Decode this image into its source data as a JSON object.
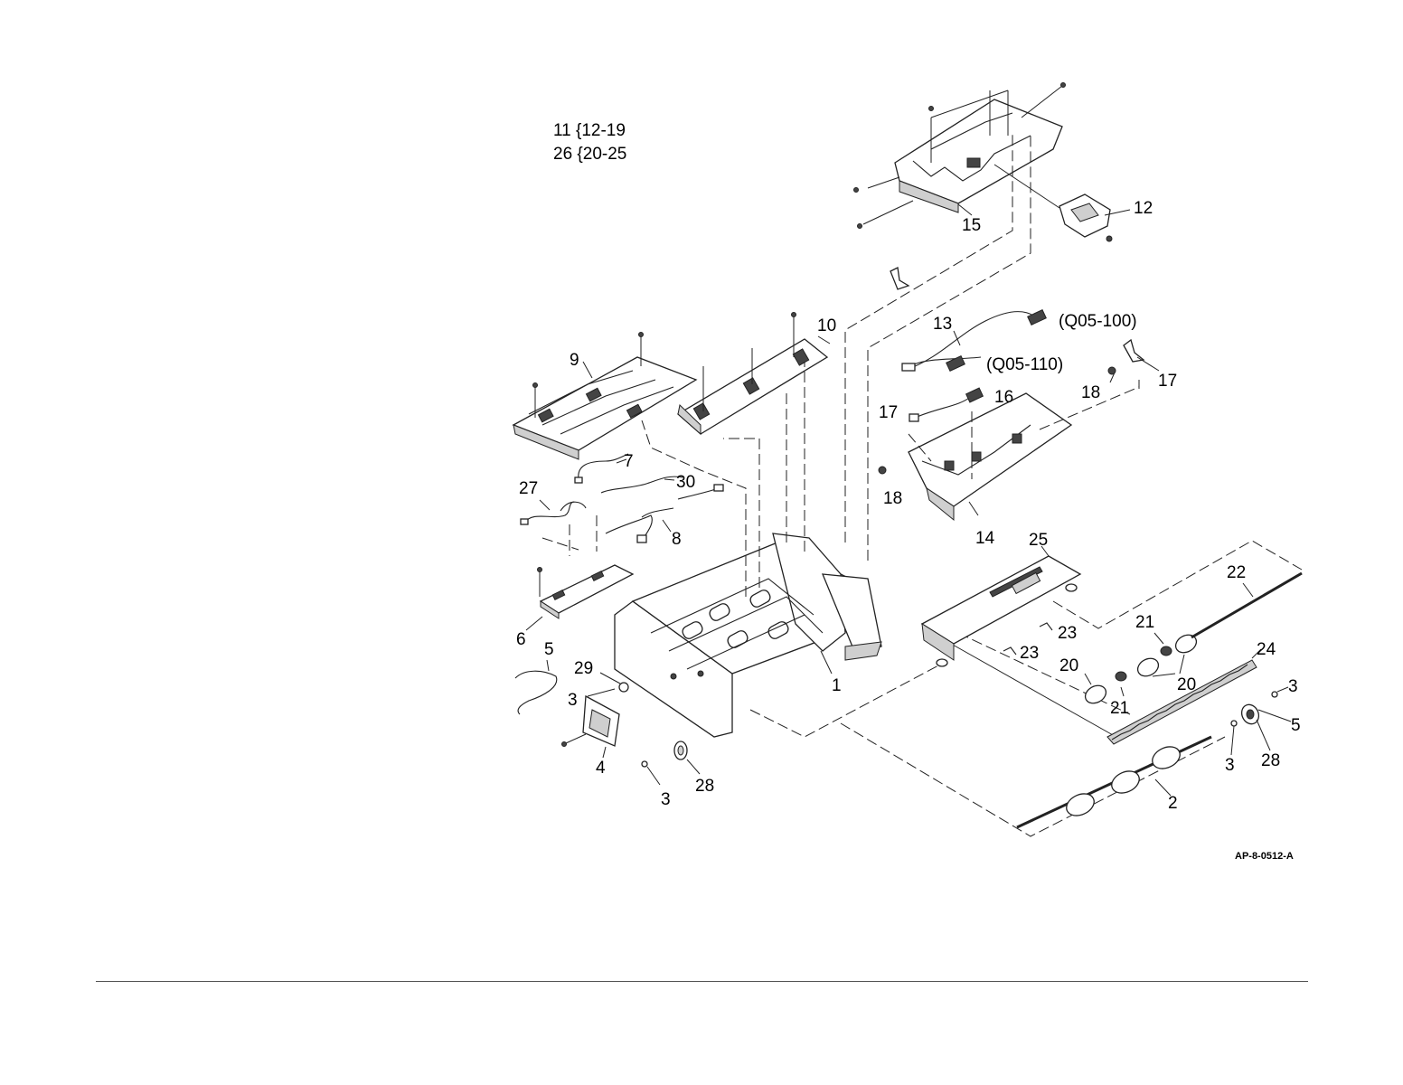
{
  "legend": {
    "line1": "11 {12-19",
    "line2": "26 {20-25"
  },
  "figure_id": "AP-8-0512-A",
  "callouts": {
    "c1": "1",
    "c2": "2",
    "c3a": "3",
    "c3b": "3",
    "c3c": "3",
    "c3d": "3",
    "c4": "4",
    "c5a": "5",
    "c5b": "5",
    "c6": "6",
    "c7": "7",
    "c8": "8",
    "c9": "9",
    "c10": "10",
    "c12": "12",
    "c13": "13",
    "c14": "14",
    "c15": "15",
    "c16": "16",
    "c17a": "17",
    "c17b": "17",
    "c18a": "18",
    "c18b": "18",
    "c20a": "20",
    "c20b": "20",
    "c21a": "21",
    "c21b": "21",
    "c22": "22",
    "c23a": "23",
    "c23b": "23",
    "c24": "24",
    "c25": "25",
    "c27": "27",
    "c28a": "28",
    "c28b": "28",
    "c29": "29",
    "c30": "30"
  },
  "references": {
    "q100": "(Q05-100)",
    "q110": "(Q05-110)"
  }
}
